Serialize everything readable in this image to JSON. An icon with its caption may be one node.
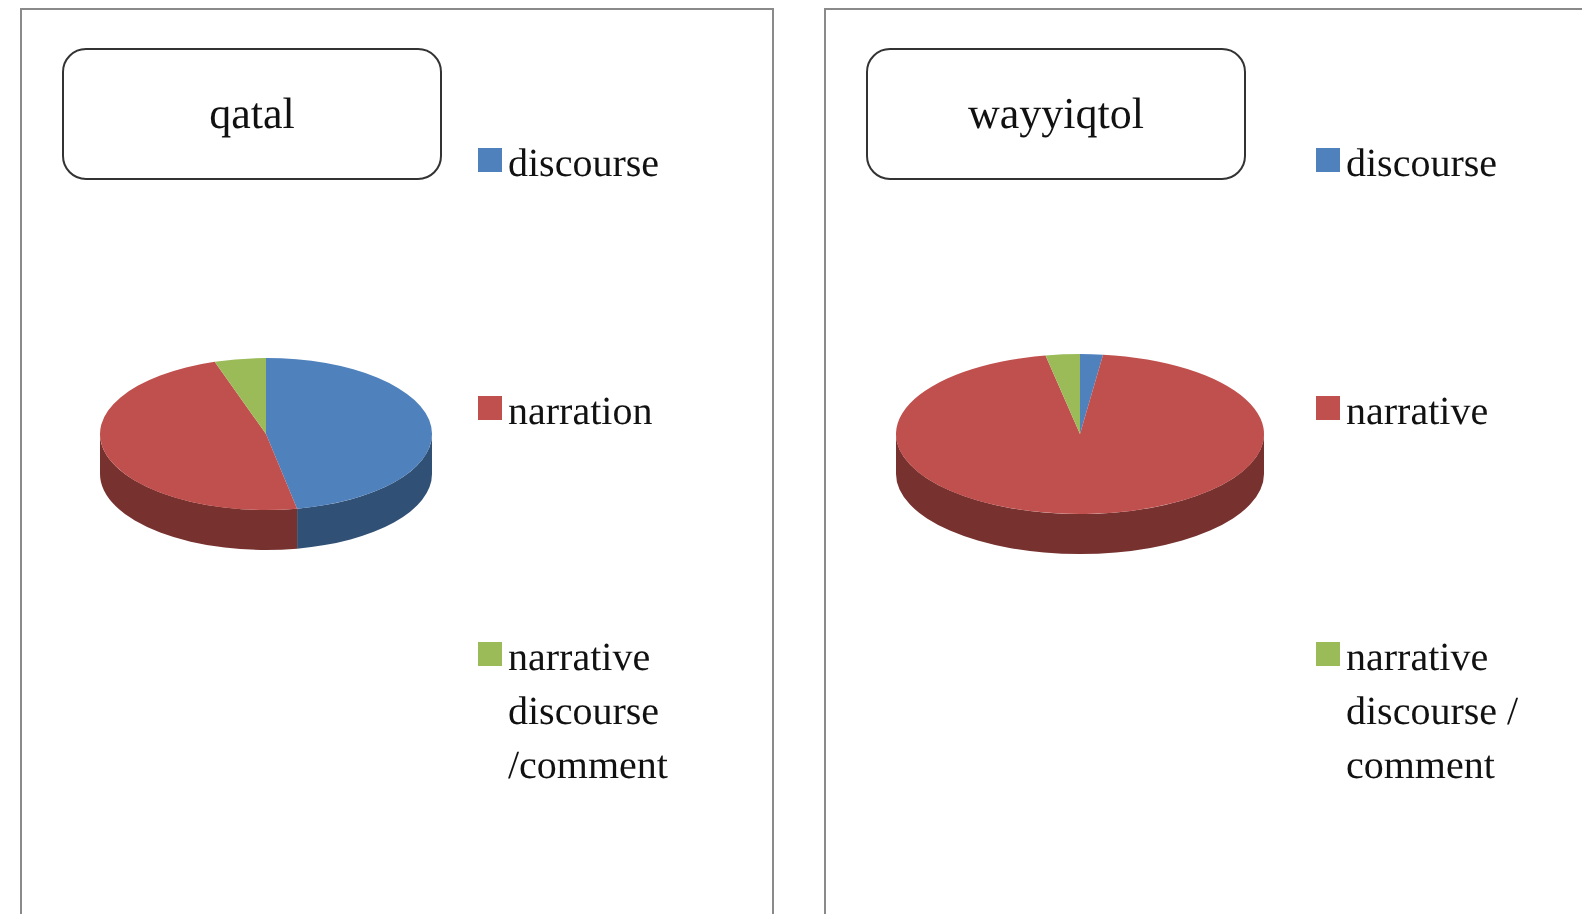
{
  "diagram": {
    "nodes": [
      {
        "text": [],
        "shape": "box"
      },
      {
        "text": [
          "qatal"
        ],
        "in": 0
      },
      {
        "text": [],
        "shape": "box"
      },
      {
        "text": [
          "wayyiqtol"
        ],
        "in": 2
      }
    ],
    "legend": [
      {
        "text": "discourse",
        "color": "#4f81bd"
      },
      {
        "text": "narration",
        "color": "#c0504d"
      },
      {
        "text": "narrative discourse /comment",
        "color": "#9bbb59"
      },
      {
        "text": "discourse",
        "color": "#4f81bd"
      },
      {
        "text": "narrative",
        "color": "#c0504d"
      },
      {
        "text": "narrative discourse / comment",
        "color": "#9bbb59"
      }
    ]
  }
}
